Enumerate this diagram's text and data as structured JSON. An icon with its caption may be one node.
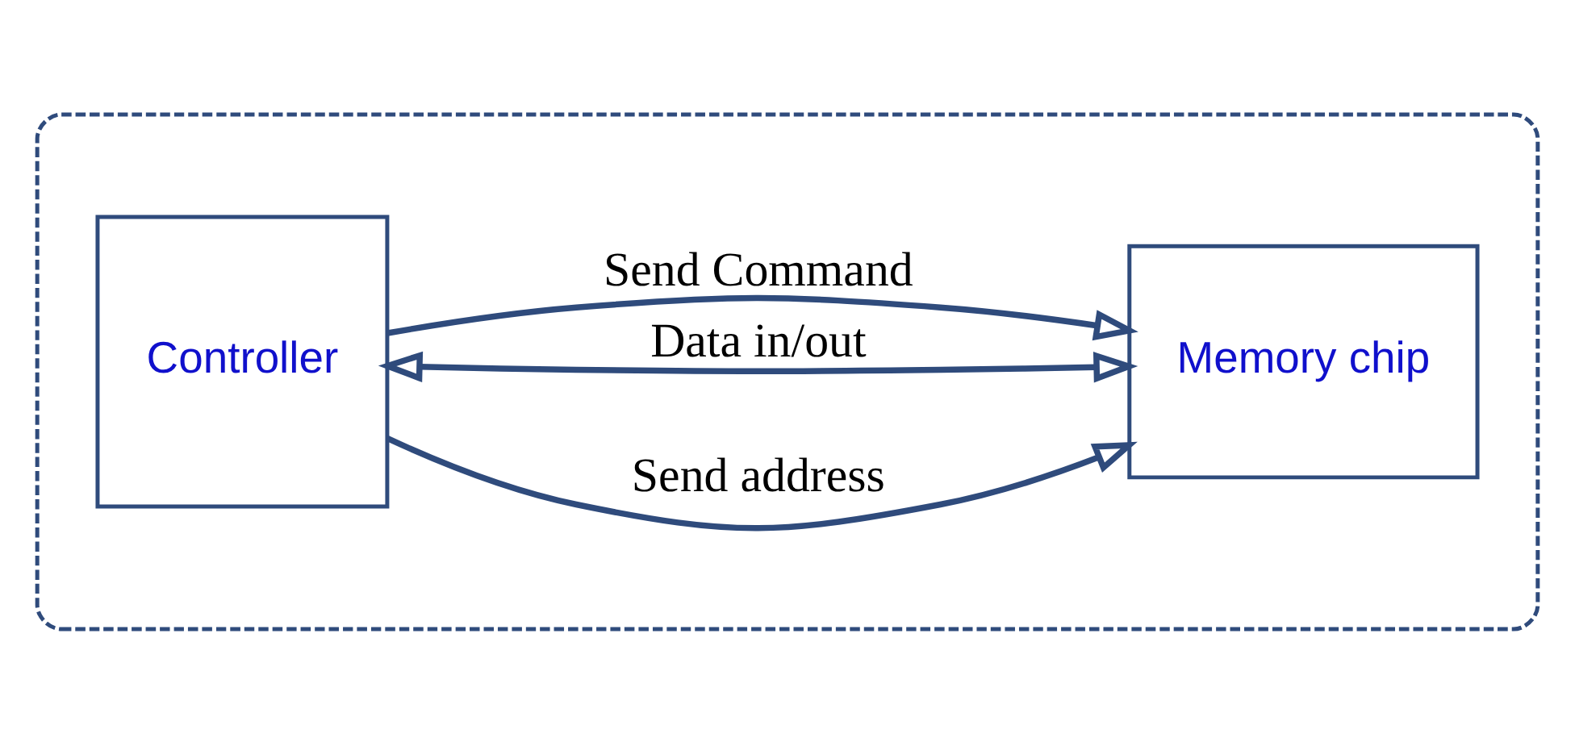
{
  "diagram": {
    "nodes": [
      {
        "text": [],
        "shape": "box"
      },
      {
        "text": [
          "Controller"
        ],
        "in": 0
      },
      {
        "text": [
          "Memory chip"
        ],
        "in": 0
      }
    ],
    "edges": [
      {
        "from": 1,
        "to": 2,
        "arrow": "to",
        "label": "Send address"
      },
      {
        "from": 1,
        "to": 2,
        "arrow": "both",
        "label": "Data in/out"
      },
      {
        "from": 1,
        "to": 2,
        "arrow": "to",
        "label": "Send Command"
      }
    ]
  }
}
